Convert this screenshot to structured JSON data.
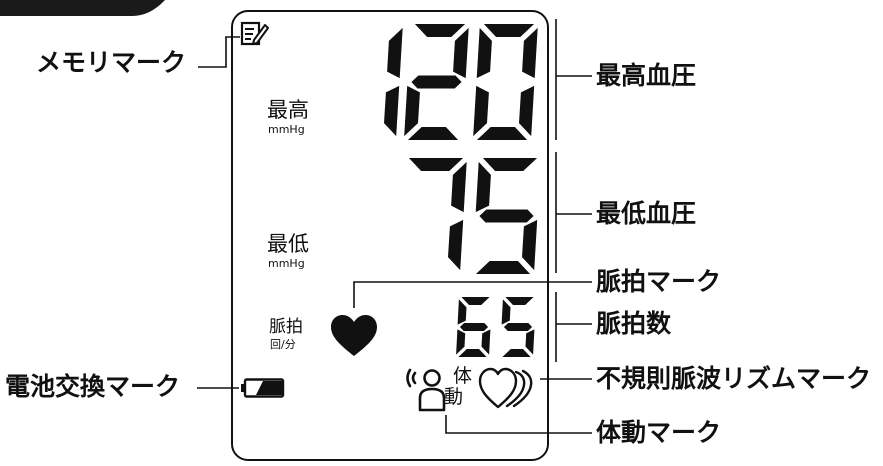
{
  "readings": {
    "systolic": "120",
    "diastolic": "75",
    "pulse": "65"
  },
  "display": {
    "systolic_label": "最高",
    "systolic_unit": "mmHg",
    "diastolic_label": "最低",
    "diastolic_unit": "mmHg",
    "pulse_label": "脈拍",
    "pulse_unit": "回/分",
    "body_motion_char1": "体",
    "body_motion_char2": "動"
  },
  "callouts": {
    "memory_mark": "メモリマーク",
    "battery_mark": "電池交換マーク",
    "systolic_bp": "最高血圧",
    "diastolic_bp": "最低血圧",
    "pulse_mark": "脈拍マーク",
    "pulse_count": "脈拍数",
    "irregular_pulse_mark": "不規則脈波リズムマーク",
    "body_motion_mark": "体動マーク"
  },
  "icons": {
    "memory": "memo-icon",
    "battery": "battery-low-icon",
    "heart": "heart-icon",
    "body_motion": "person-moving-icon",
    "irregular": "irregular-heart-icon"
  },
  "colors": {
    "ink": "#111111",
    "background": "#ffffff"
  }
}
